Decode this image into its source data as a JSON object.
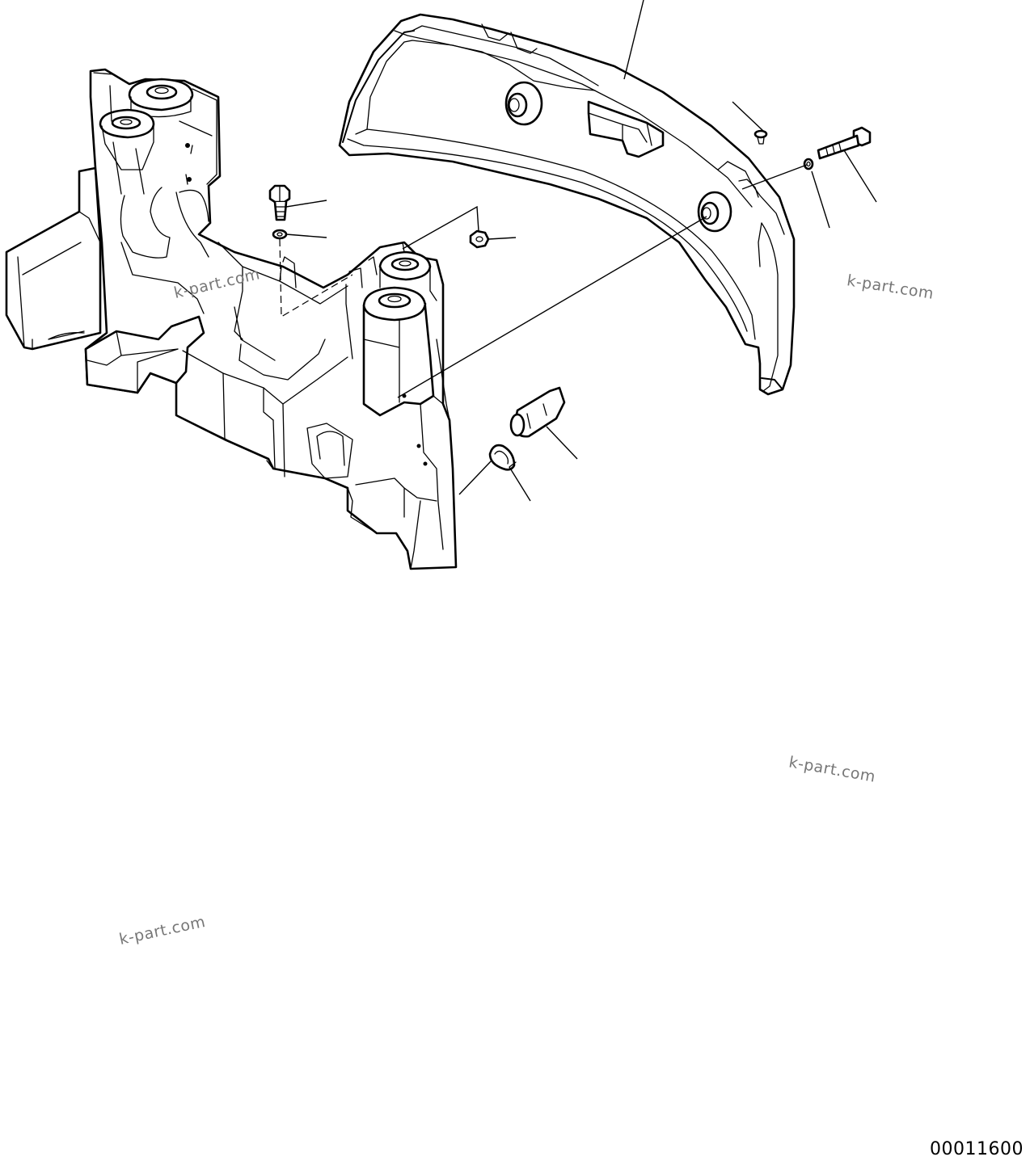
{
  "drawing_number": "00011600",
  "watermarks": [
    "k-part.com",
    "k-part.com",
    "k-part.com",
    "k-part.com"
  ],
  "colors": {
    "line": "#000000",
    "background": "#ffffff",
    "watermark": "#777777"
  }
}
